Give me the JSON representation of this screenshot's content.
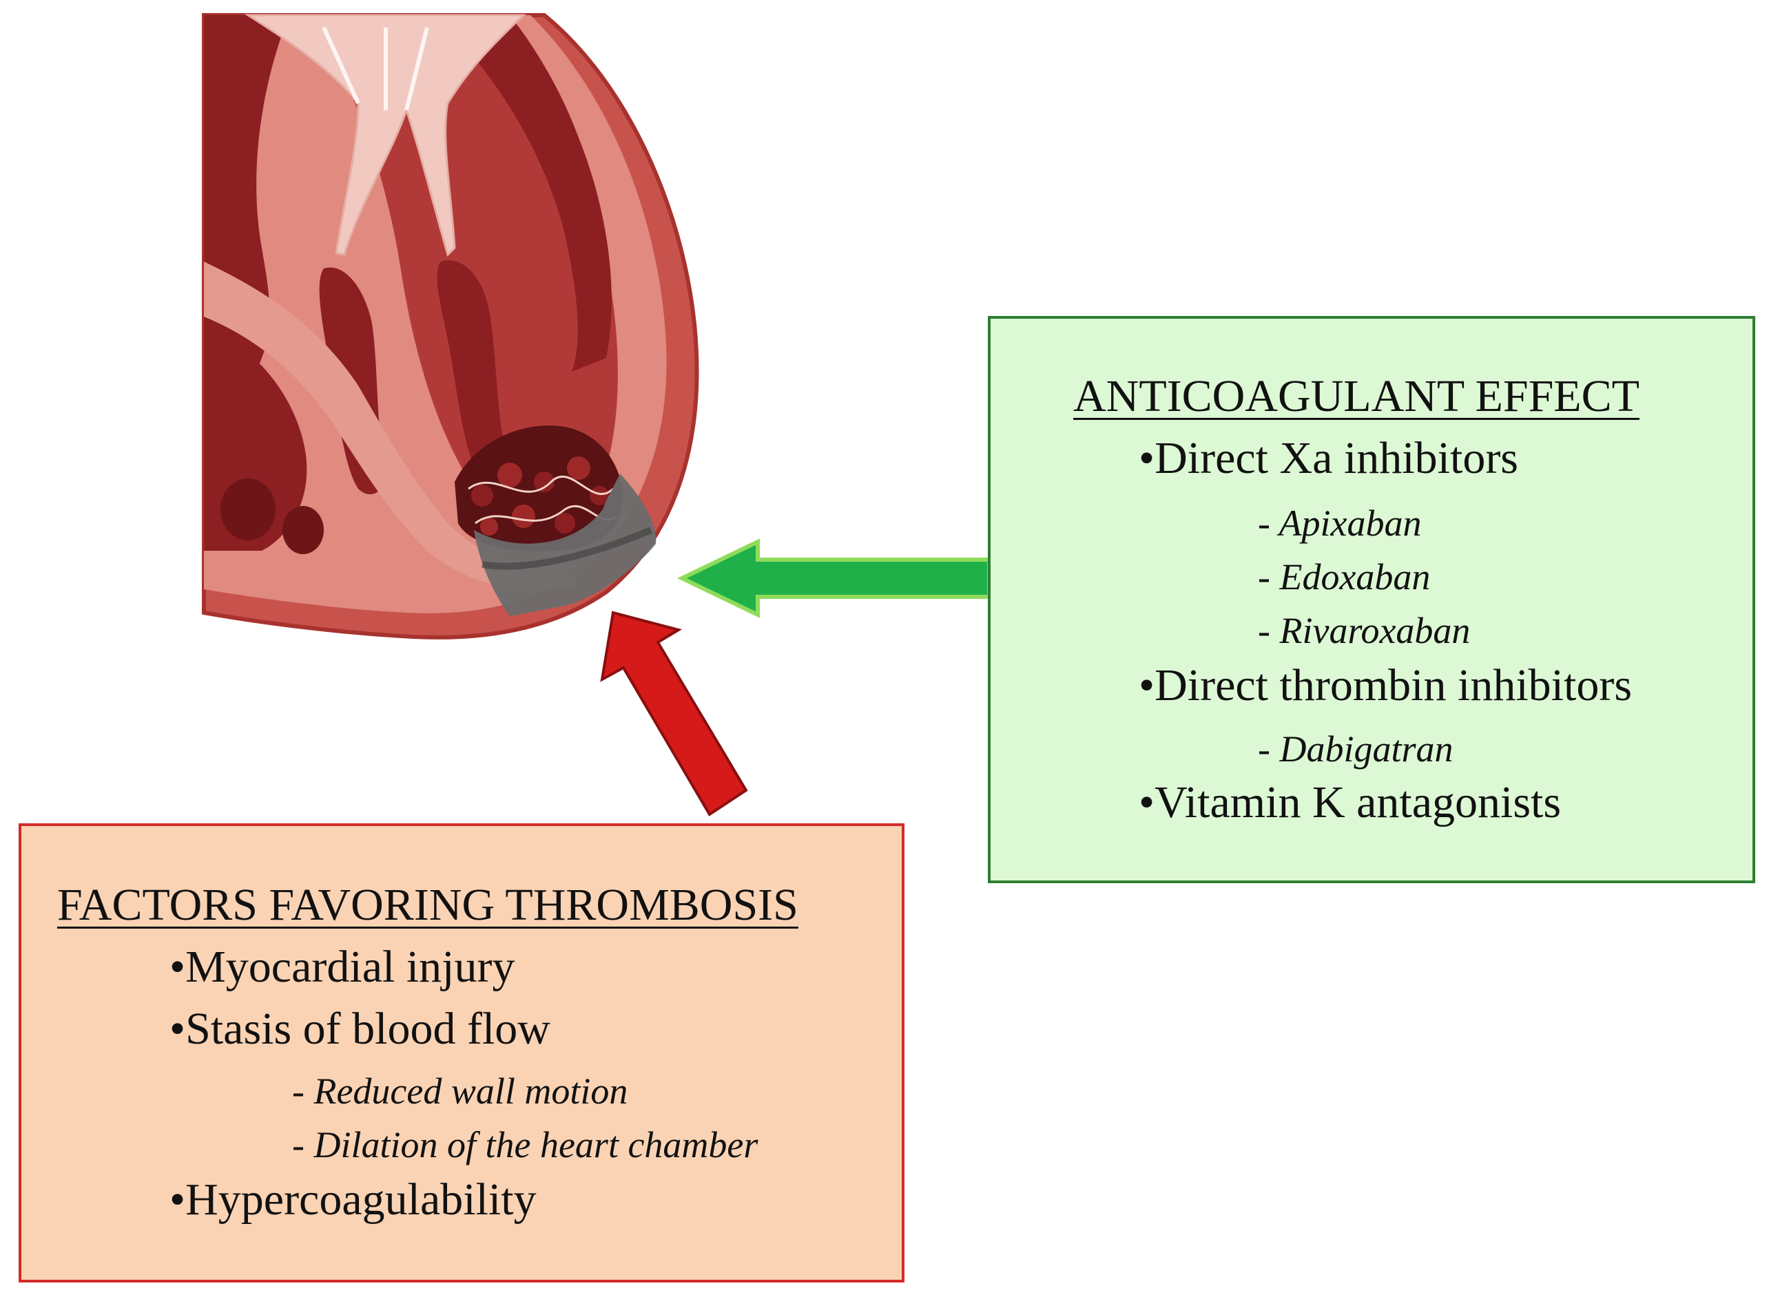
{
  "colors": {
    "anticoag_fill": "#dcf8d4",
    "anticoag_border": "#2e7d32",
    "factors_fill": "#fad3b4",
    "factors_border": "#d62a2a",
    "green_arrow": "#1fb04a",
    "red_arrow": "#d61a1a",
    "thrombus_marker": "#6b6b6b",
    "heart_wall": "#c24a45",
    "heart_inner": "#8c1f22"
  },
  "anticoagulant": {
    "title": "ANTICOAGULANT EFFECT",
    "items": [
      {
        "label": "•Direct Xa inhibitors",
        "subs": [
          "- Apixaban",
          "- Edoxaban",
          "- Rivaroxaban"
        ]
      },
      {
        "label": "•Direct thrombin inhibitors",
        "subs": [
          "- Dabigatran"
        ]
      },
      {
        "label": "•Vitamin K antagonists",
        "subs": []
      }
    ]
  },
  "factors": {
    "title": "FACTORS FAVORING THROMBOSIS",
    "items": [
      {
        "label": "•Myocardial injury",
        "subs": []
      },
      {
        "label": "•Stasis of blood flow",
        "subs": [
          "- Reduced wall motion",
          "- Dilation of the heart chamber"
        ]
      },
      {
        "label": "•Hypercoagulability",
        "subs": []
      }
    ]
  },
  "icons": [
    "heart-illustration",
    "thrombus-icon",
    "green-arrow-icon",
    "red-arrow-icon"
  ]
}
